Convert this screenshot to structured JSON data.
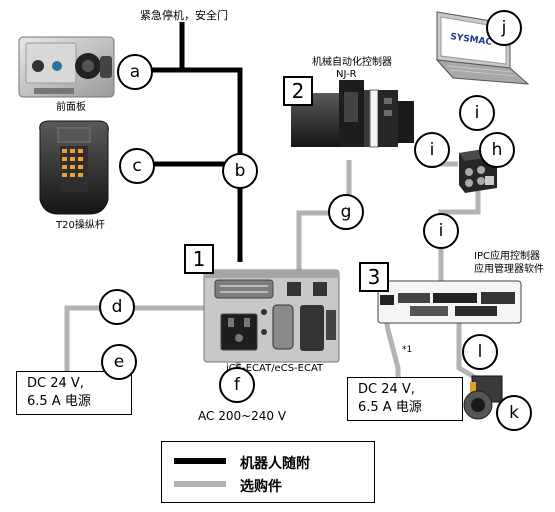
{
  "top_label": "紧急停机，安全门",
  "front_panel_label": "前面板",
  "pendant_label": "T20操纵杆",
  "controller_label_line1": "机械自动化控制器",
  "controller_label_line2": "NJ-R",
  "ipc_label_line1": "IPC应用控制器",
  "ipc_label_line2": "应用管理器软件",
  "unit_label": "iCS-ECAT/eCS-ECAT",
  "ac_label": "AC 200~240 V",
  "footnote": "*1",
  "laptop_brand": "SYSMAC",
  "psu_left": [
    "DC 24 V,",
    "6.5 A 电源"
  ],
  "psu_right": [
    "DC 24 V,",
    "6.5 A 电源"
  ],
  "numbers": {
    "n1": "1",
    "n2": "2",
    "n3": "3"
  },
  "letters": {
    "a": "a",
    "b": "b",
    "c": "c",
    "d": "d",
    "e": "e",
    "f": "f",
    "g": "g",
    "h": "h",
    "i1": "i",
    "i2": "i",
    "i3": "i",
    "j": "j",
    "k": "k",
    "l": "l"
  },
  "legend": {
    "robot_label": "机器人随附",
    "optional_label": "选购件",
    "robot_color": "#000000",
    "optional_color": "#b3b3b3"
  }
}
